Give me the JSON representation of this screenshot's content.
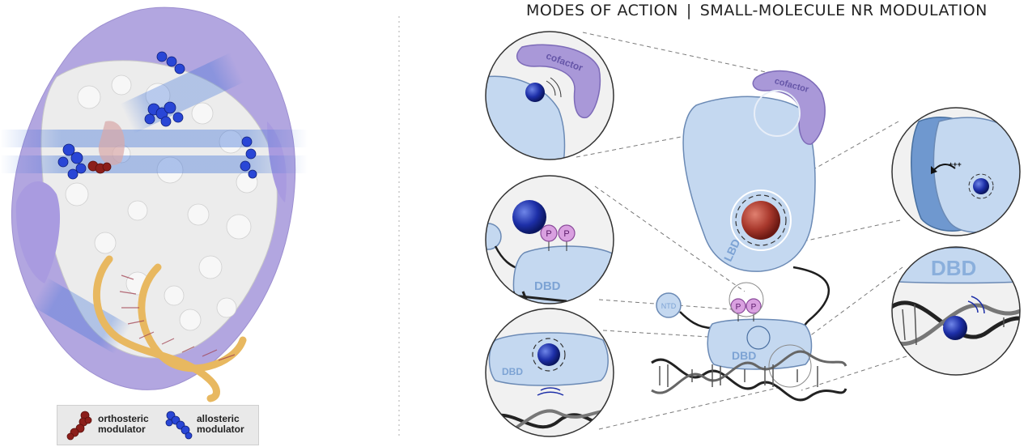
{
  "title": {
    "left": "MODES OF ACTION",
    "separator": "|",
    "right": "SMALL-MOLECULE NR MODULATION"
  },
  "legend": {
    "orthosteric_line1": "orthosteric",
    "orthosteric_line2": "modulator",
    "allosteric_line1": "allosteric",
    "allosteric_line2": "modulator"
  },
  "labels": {
    "cofactor": "cofactor",
    "lbd": "LBD",
    "dbd": "DBD",
    "ntd": "NTD",
    "phospho": "P",
    "charge": "+++"
  },
  "colors": {
    "protein_light": "#c4d8f0",
    "cofactor": "#a998d8",
    "ortho_ligand": "#9a2e2a",
    "allo_ligand": "#1a2fb0",
    "dna_helix": "#e8b860",
    "phospho": "#d9a0e0",
    "surface_white": "#ececec",
    "surface_purple": "#b2a6e0"
  }
}
